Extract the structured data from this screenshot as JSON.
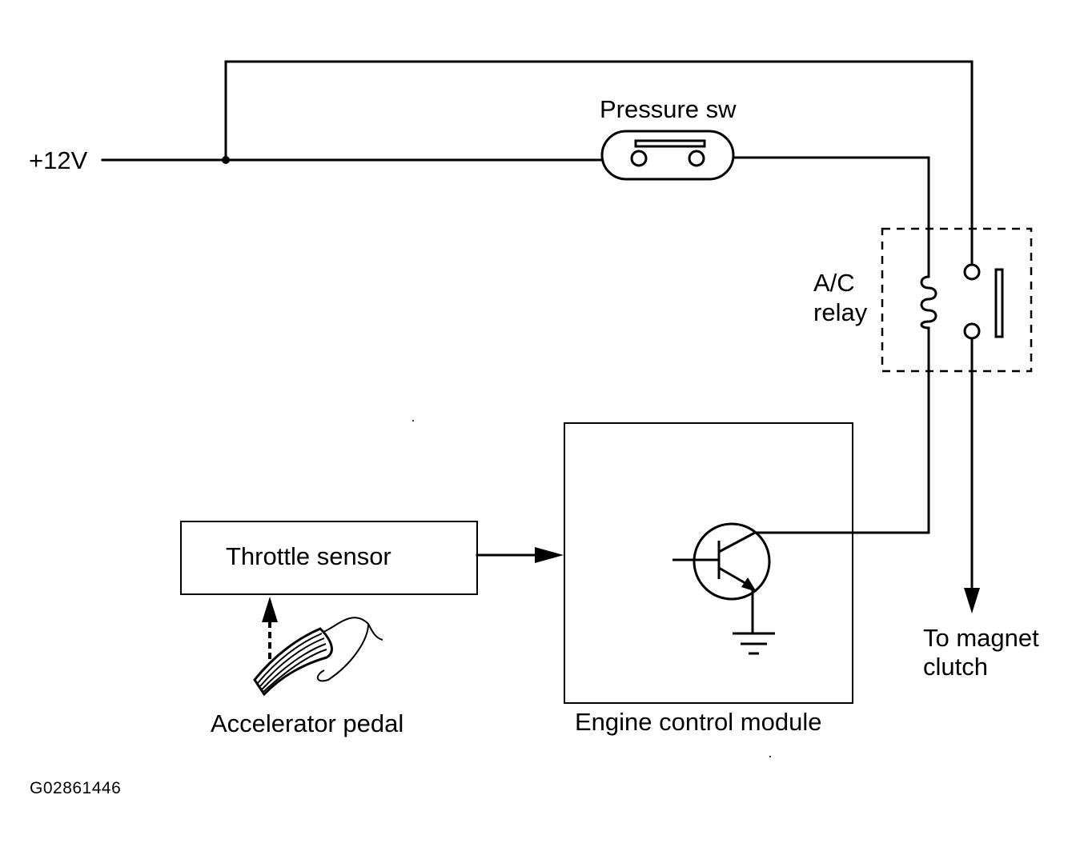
{
  "labels": {
    "supply": "+12V",
    "pressure_switch": "Pressure sw",
    "relay_line1": "A/C",
    "relay_line2": "relay",
    "throttle_sensor": "Throttle sensor",
    "accelerator_pedal": "Accelerator pedal",
    "engine_control_module": "Engine control module",
    "magnet_clutch_line1": "To magnet",
    "magnet_clutch_line2": "clutch",
    "figure_id": "G02861446"
  },
  "colors": {
    "ink": "#000000",
    "background": "#ffffff"
  }
}
